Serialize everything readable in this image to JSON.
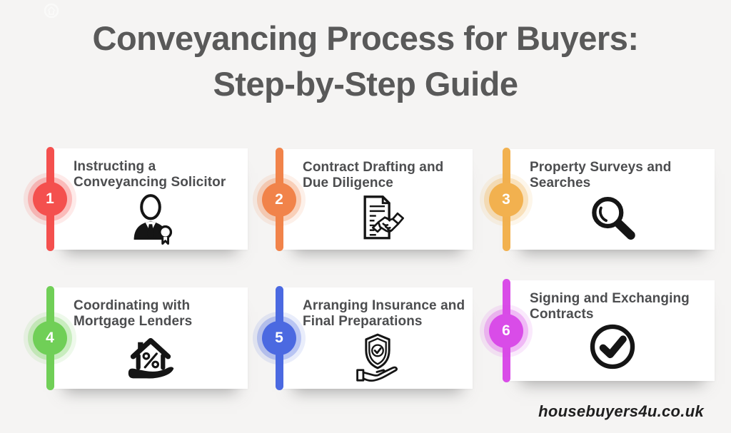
{
  "page": {
    "title_line1": "Conveyancing Process for Buyers:",
    "title_line2": "Step-by-Step Guide",
    "title_color": "#595959",
    "background": "#f5f4f3",
    "footer": "housebuyers4u.co.uk",
    "watermark_icon": "faint-logo-mark"
  },
  "steps": [
    {
      "number": "1",
      "title": "Instructing a\nConveyancing Solicitor",
      "accent": "#f4504e",
      "icon": "solicitor-badge-icon"
    },
    {
      "number": "2",
      "title": "Contract Drafting and\nDue Diligence",
      "accent": "#f1834a",
      "icon": "contract-handshake-icon"
    },
    {
      "number": "3",
      "title": "Property Surveys and\nSearches",
      "accent": "#f2b14f",
      "icon": "magnifier-icon"
    },
    {
      "number": "4",
      "title": "Coordinating with\nMortgage Lenders",
      "accent": "#70cf57",
      "icon": "mortgage-house-percent-icon"
    },
    {
      "number": "5",
      "title": "Arranging Insurance and\nFinal Preparations",
      "accent": "#4b69e1",
      "icon": "insurance-shield-hand-icon"
    },
    {
      "number": "6",
      "title": "Signing and Exchanging\nContracts",
      "accent": "#d94ce8",
      "icon": "check-circle-icon"
    }
  ]
}
